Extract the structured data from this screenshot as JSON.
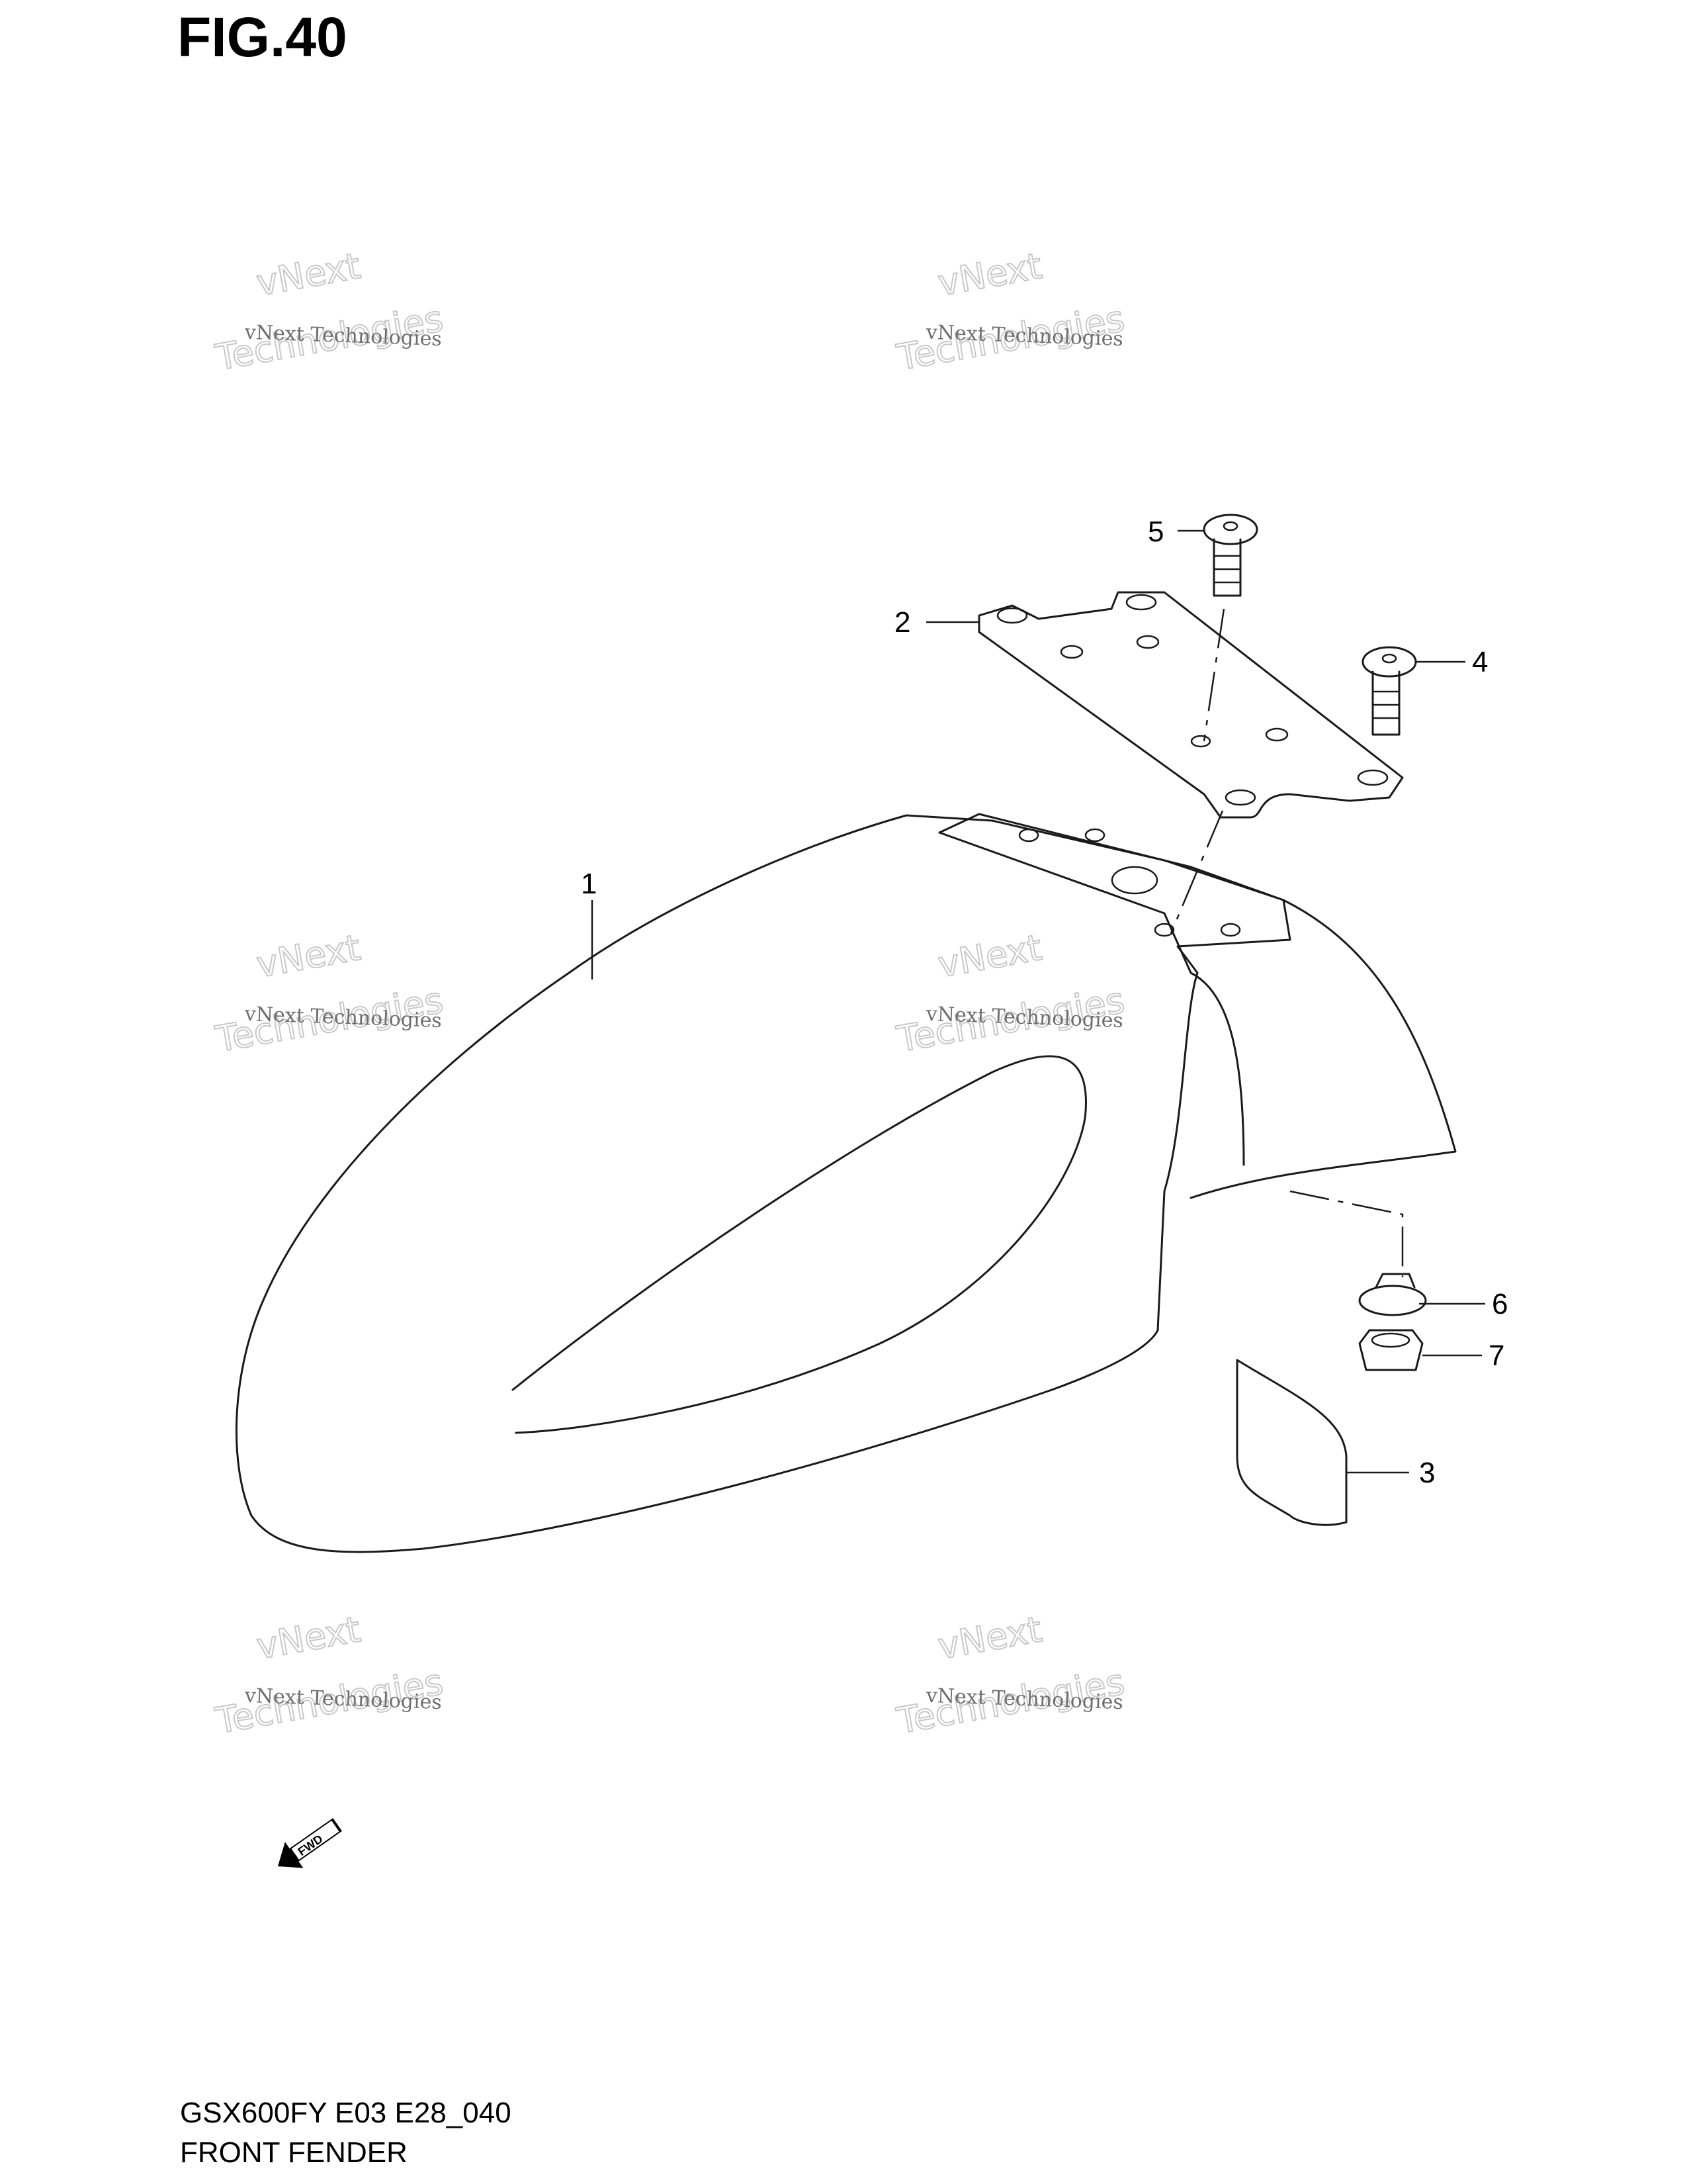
{
  "figure_title": "FIG.40",
  "model_code": "GSX600FY E03 E28_040",
  "section_name": "FRONT FENDER",
  "fwd_label": "FWD",
  "watermark": {
    "line1": "vNext Technologies",
    "line2": "vNext",
    "line3": "Technologies"
  },
  "callouts": {
    "p1": "1",
    "p2": "2",
    "p3": "3",
    "p4": "4",
    "p5": "5",
    "p6": "6",
    "p7": "7"
  }
}
